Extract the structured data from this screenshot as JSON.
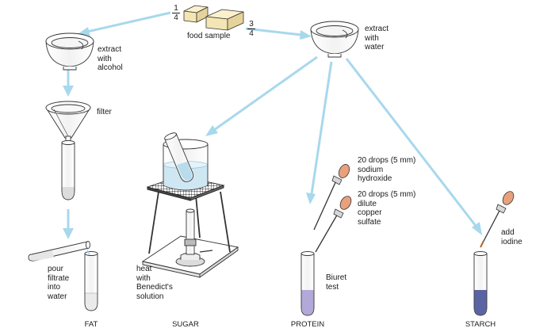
{
  "food_sample": {
    "label": "food sample",
    "left_fraction": {
      "num": "1",
      "den": "4"
    },
    "right_fraction": {
      "num": "3",
      "den": "4"
    }
  },
  "steps": {
    "extract_alcohol": "extract\nwith\nalcohol",
    "extract_water": "extract\nwith\nwater",
    "filter": "filter",
    "pour": "pour\nfiltrate\ninto\nwater",
    "heat": "heat\nwith\nBenedict's\nsolution",
    "sodium_hydroxide": "20 drops (5 mm)\nsodium\nhydroxide",
    "copper_sulfate": "20 drops (5 mm)\ndilute\ncopper\nsulfate",
    "biuret": "Biuret\ntest",
    "iodine": "add\niodine"
  },
  "results": {
    "fat": "FAT",
    "sugar": "SUGAR",
    "protein": "PROTEIN",
    "starch": "STARCH"
  },
  "colors": {
    "arrow": "#a8d8ec",
    "water": "#cfe7f3",
    "protein_liquid": "#b3a9d8",
    "starch_liquid": "#5a63a3",
    "dropper_bulb": "#e8a07d",
    "food_block": "#f4e6b4"
  }
}
